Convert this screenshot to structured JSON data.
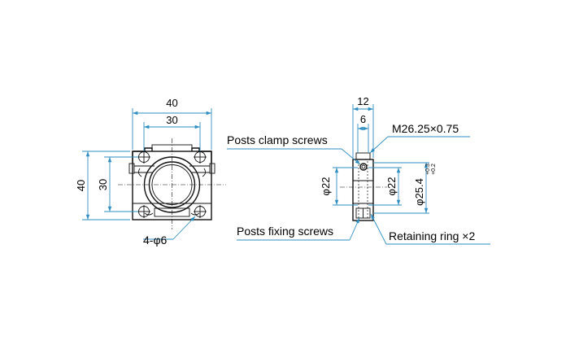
{
  "front_view": {
    "width_outer": "40",
    "width_inner": "30",
    "height_outer": "40",
    "height_inner": "30",
    "holes": "4-φ6"
  },
  "side_view": {
    "width_outer": "12",
    "width_inner": "6",
    "diameter_left": "φ22",
    "diameter_right": "φ22",
    "diameter_bore": "φ25.4",
    "tol_upper": "+0.3",
    "tol_lower": "+0.2",
    "thread": "M26.25×0.75"
  },
  "callouts": {
    "clamp_screws": "Posts clamp screws",
    "fixing_screws": "Posts fixing screws",
    "retaining_ring": "Retaining ring ×2"
  },
  "colors": {
    "dimension_line": "#2f8fc2",
    "outline": "#111111"
  }
}
